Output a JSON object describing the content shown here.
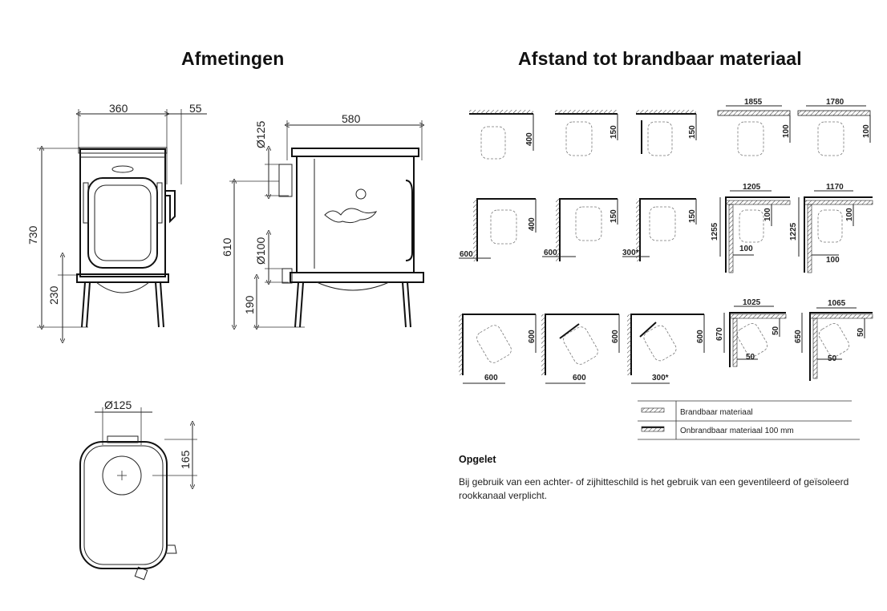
{
  "titles": {
    "left": "Afmetingen",
    "right": "Afstand tot brandbaar materiaal"
  },
  "front_view": {
    "width": "360",
    "handle_offset": "55",
    "total_height": "730",
    "leg_height": "230"
  },
  "side_view": {
    "depth": "580",
    "flue_diameter_top": "Ø125",
    "flue_height": "610",
    "air_inlet_diameter": "Ø100",
    "air_inlet_height": "190"
  },
  "top_view": {
    "flue_diameter": "Ø125",
    "flue_offset": "165"
  },
  "clearances": {
    "row1": [
      {
        "side": "400"
      },
      {
        "side": "150"
      },
      {
        "side": "150"
      },
      {
        "top": "1855",
        "side": "100"
      },
      {
        "top": "1780",
        "side": "100"
      }
    ],
    "row2": [
      {
        "bottom": "600",
        "side": "400"
      },
      {
        "bottom": "600",
        "side": "150"
      },
      {
        "bottom": "300*",
        "side": "150"
      },
      {
        "top": "1205",
        "left": "1255",
        "side": "100",
        "bottom": "100"
      },
      {
        "top": "1170",
        "left": "1225",
        "side": "100",
        "bottom": "100"
      }
    ],
    "row3": [
      {
        "bottom": "600",
        "side": "600"
      },
      {
        "bottom": "600",
        "side": "600"
      },
      {
        "bottom": "300*",
        "side": "600"
      },
      {
        "top": "1025",
        "left": "670",
        "side": "50",
        "bottom": "50"
      },
      {
        "top": "1065",
        "left": "650",
        "side": "50",
        "bottom": "50"
      }
    ]
  },
  "legend": {
    "combustible": "Brandbaar materiaal",
    "non_combustible": "Onbrandbaar materiaal 100 mm"
  },
  "note": {
    "title": "Opgelet",
    "text": "Bij gebruik van een achter- of zijhitteschild is het gebruik van een geventileerd of geïsoleerd rookkanaal verplicht."
  }
}
